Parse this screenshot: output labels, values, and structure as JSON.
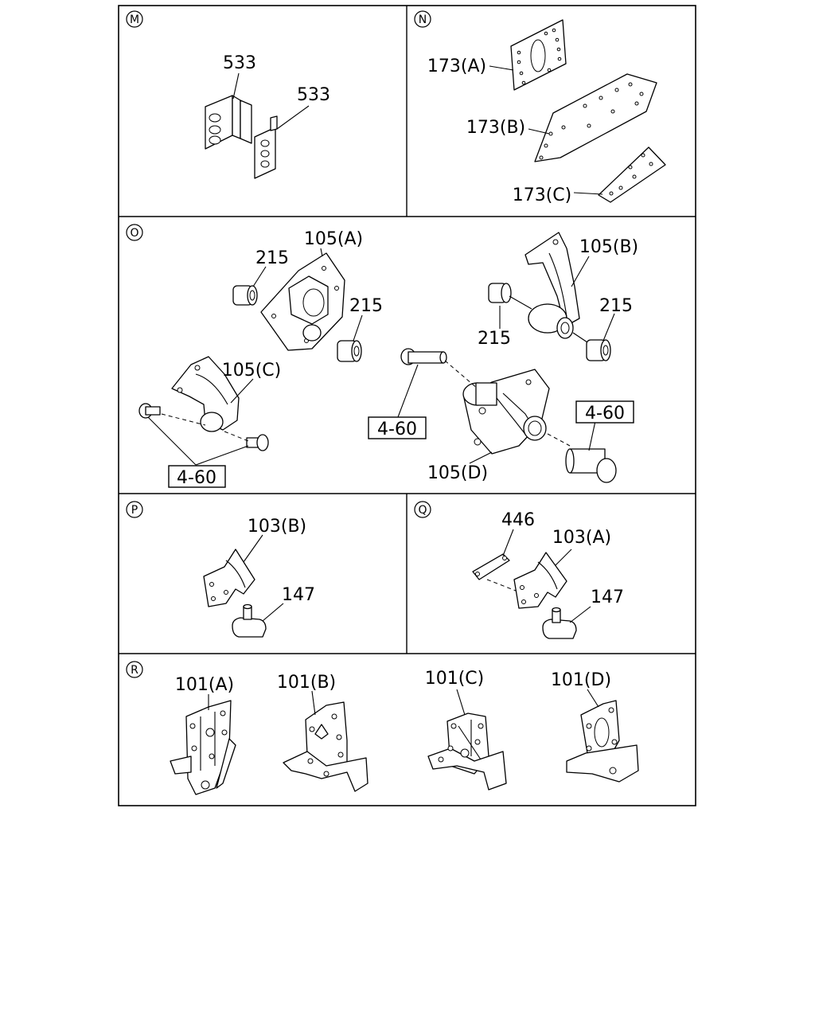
{
  "sections": {
    "M": {
      "letter": "M",
      "labels": [
        "533",
        "533"
      ]
    },
    "N": {
      "letter": "N",
      "labels": [
        "173(A)",
        "173(B)",
        "173(C)"
      ]
    },
    "O": {
      "letter": "O",
      "labels": [
        "105(A)",
        "215",
        "215",
        "105(B)",
        "215",
        "215",
        "105(C)",
        "105(D)"
      ],
      "refs": [
        "4-60",
        "4-60",
        "4-60"
      ]
    },
    "P": {
      "letter": "P",
      "labels": [
        "103(B)",
        "147"
      ]
    },
    "Q": {
      "letter": "Q",
      "labels": [
        "446",
        "103(A)",
        "147"
      ]
    },
    "R": {
      "letter": "R",
      "labels": [
        "101(A)",
        "101(B)",
        "101(C)",
        "101(D)"
      ]
    }
  }
}
